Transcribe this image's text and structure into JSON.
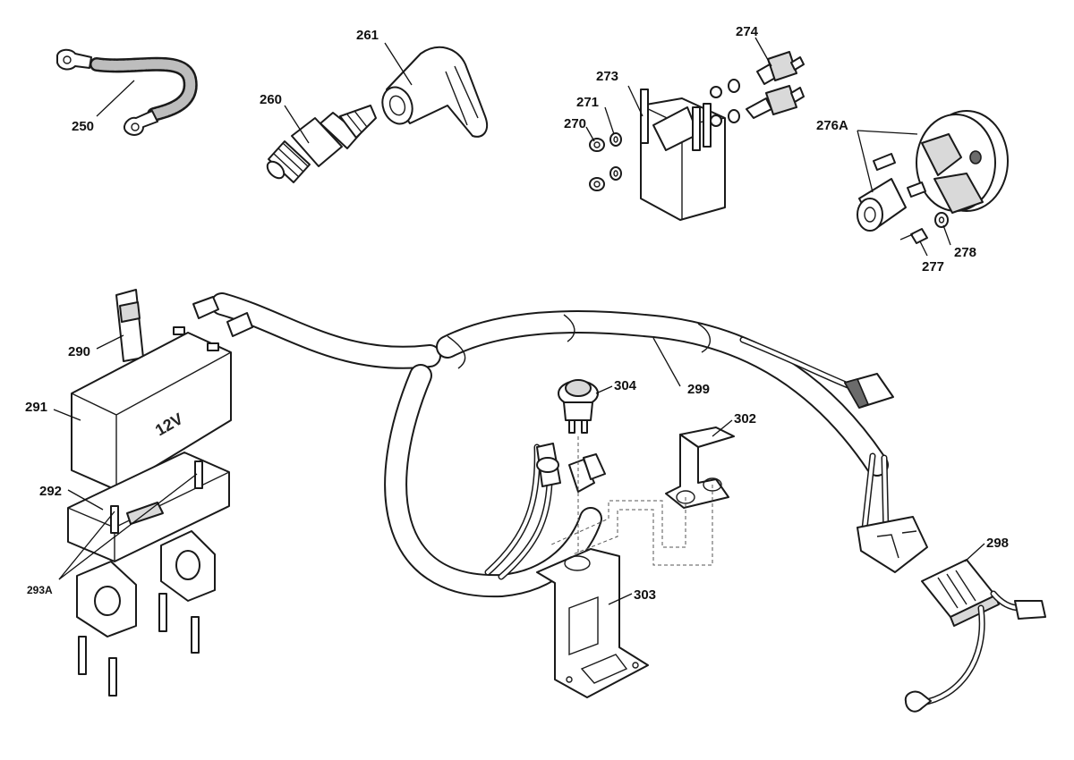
{
  "diagram": {
    "callouts": {
      "c250": "250",
      "c260": "260",
      "c261": "261",
      "c270": "270",
      "c271": "271",
      "c273": "273",
      "c274": "274",
      "c276a": "276A",
      "c277": "277",
      "c278": "278",
      "c290": "290",
      "c291": "291",
      "c292": "292",
      "c293a": "293A",
      "c298": "298",
      "c299": "299",
      "c302": "302",
      "c303": "303",
      "c304": "304"
    },
    "battery_print": "12V"
  }
}
